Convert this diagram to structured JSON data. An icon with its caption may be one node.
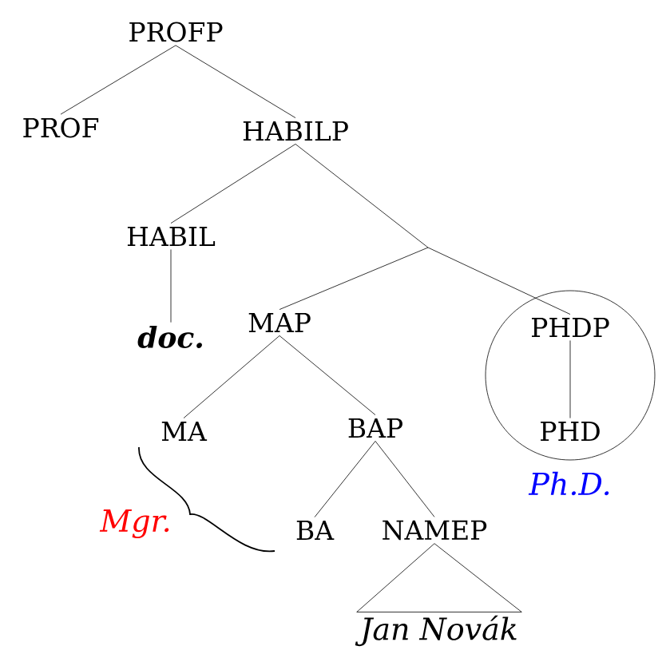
{
  "diagram": {
    "nodes": [
      {
        "text": [
          "PROFP"
        ]
      },
      {
        "text": [
          "PROF"
        ]
      },
      {
        "text": [
          "HABILP"
        ]
      },
      {
        "text": [
          "HABIL"
        ]
      },
      {
        "text": [
          "doc."
        ]
      },
      {
        "text": [
          "MAP"
        ]
      },
      {
        "text": [],
        "shape": "circle",
        "beside": [
          "Ph.D."
        ]
      },
      {
        "text": [
          "PHDP"
        ],
        "in": 6
      },
      {
        "text": [
          "MA"
        ]
      },
      {
        "text": [
          "BAP"
        ]
      },
      {
        "text": [
          "PHD"
        ],
        "in": 6
      },
      {
        "text": [
          "BA"
        ]
      },
      {
        "text": [
          "NAMEP"
        ]
      },
      {
        "text": [
          "Jan Novák"
        ]
      }
    ],
    "edges": [
      {
        "from": 0,
        "to": 1,
        "arrow": "none"
      },
      {
        "from": 0,
        "to": 2,
        "arrow": "none"
      },
      {
        "from": 2,
        "to": 3,
        "arrow": "none"
      },
      {
        "from": 2,
        "to": 5,
        "arrow": "none"
      },
      {
        "from": 2,
        "to": 7,
        "arrow": "none"
      },
      {
        "from": 3,
        "to": 4,
        "arrow": "none"
      },
      {
        "from": 7,
        "to": 10,
        "arrow": "none"
      },
      {
        "from": 5,
        "to": 8,
        "arrow": "none"
      },
      {
        "from": 5,
        "to": 9,
        "arrow": "none"
      },
      {
        "from": 9,
        "to": 11,
        "arrow": "none"
      },
      {
        "from": 9,
        "to": 12,
        "arrow": "none"
      },
      {
        "from": 12,
        "to": 13,
        "arrow": "none"
      }
    ],
    "labels": [
      "Mgr."
    ]
  }
}
